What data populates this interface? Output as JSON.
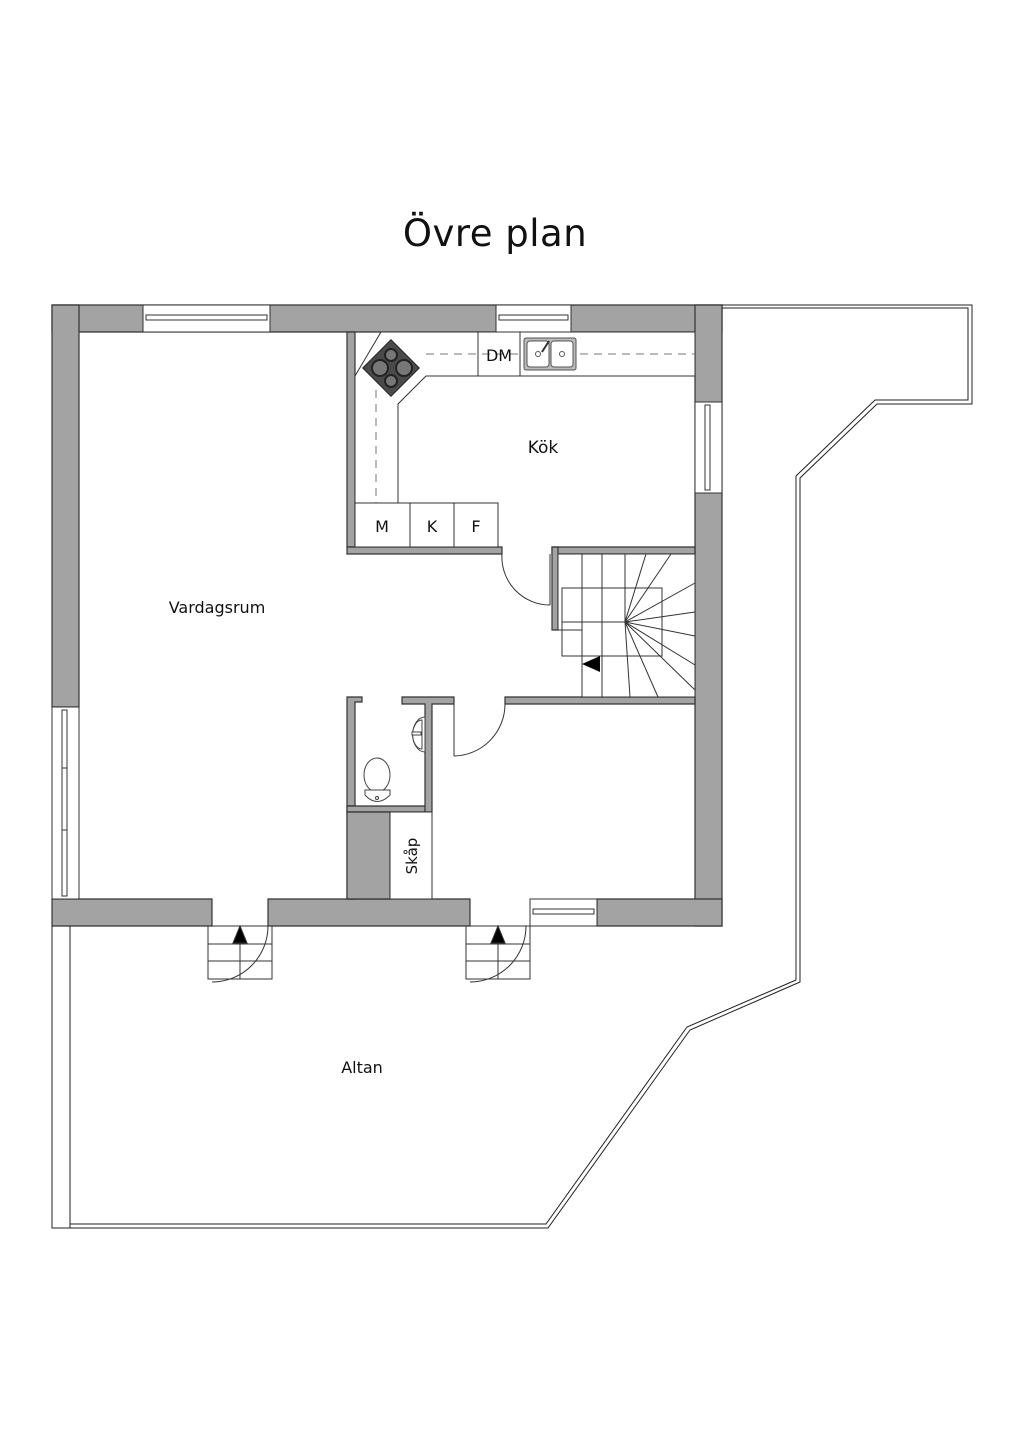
{
  "title": "Övre plan",
  "rooms": {
    "kitchen": "Kök",
    "living_room": "Vardagsrum",
    "deck": "Altan",
    "closet": "Skåp"
  },
  "appliances": {
    "dishwasher": "DM",
    "microwave": "M",
    "fridge": "K",
    "freezer": "F"
  },
  "colors": {
    "wall": "#a3a3a3",
    "line": "#222222",
    "background": "#ffffff"
  }
}
